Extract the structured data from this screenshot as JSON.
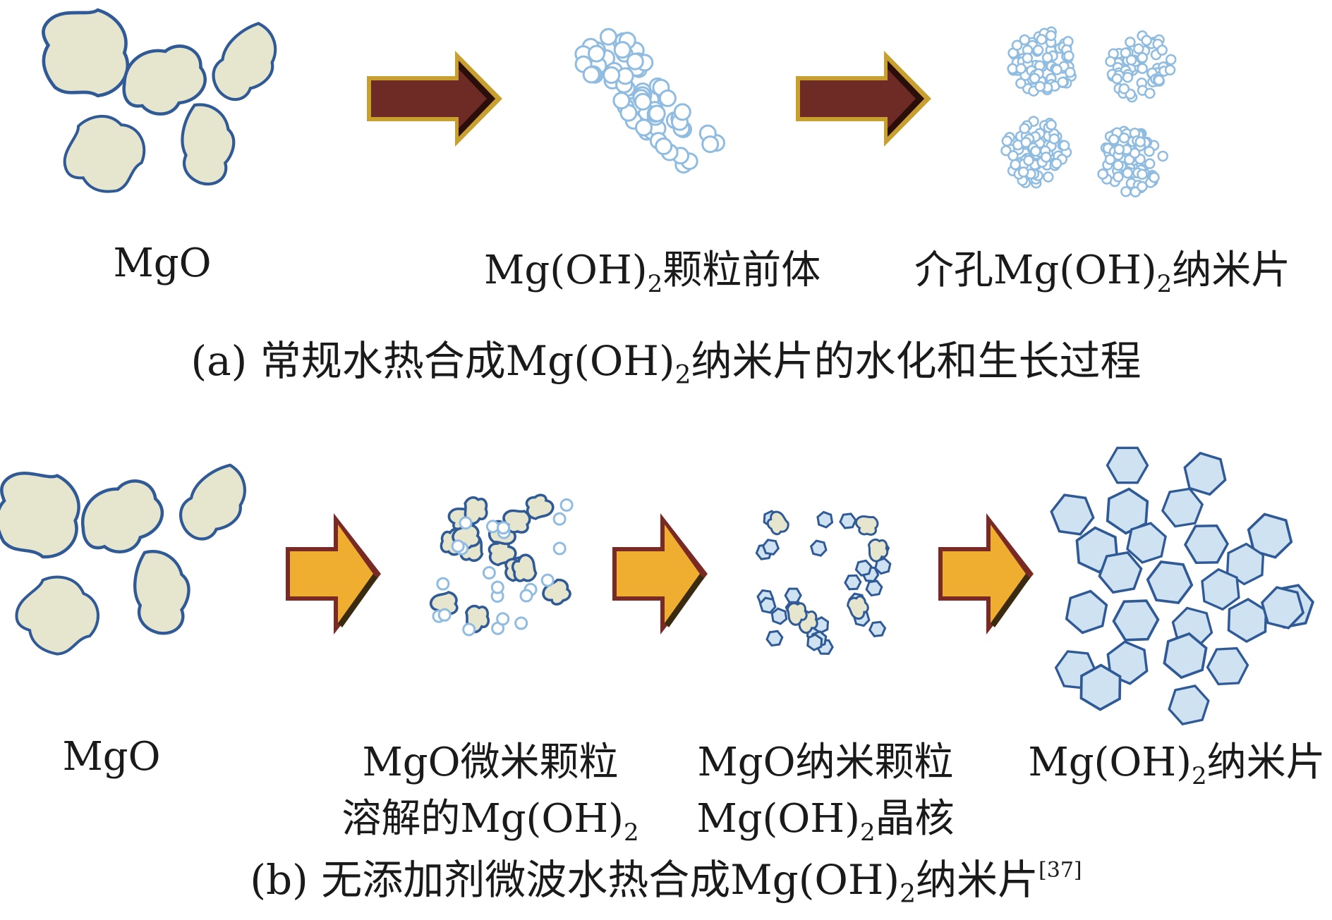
{
  "panel_a": {
    "stages": [
      {
        "label": "MgO"
      },
      {
        "label_main": "Mg(OH)",
        "label_sub": "2",
        "label_suffix": "颗粒前体"
      },
      {
        "label_prefix": "介孔Mg(OH)",
        "label_sub": "2",
        "label_suffix": "纳米片"
      }
    ],
    "caption": {
      "prefix": "(a) 常规水热合成Mg(OH)",
      "sub": "2",
      "suffix": "纳米片的水化和生长过程"
    }
  },
  "panel_b": {
    "stages": [
      {
        "label": "MgO"
      },
      {
        "line1": "MgO微米颗粒",
        "line2_prefix": "溶解的Mg(OH)",
        "line2_sub": "2"
      },
      {
        "line1": "MgO纳米颗粒",
        "line2_prefix": "Mg(OH)",
        "line2_sub": "2",
        "line2_suffix": "晶核"
      },
      {
        "label_prefix": "Mg(OH)",
        "label_sub": "2",
        "label_suffix": "纳米片"
      }
    ],
    "caption": {
      "prefix": "(b) 无添加剂微波水热合成Mg(OH)",
      "sub": "2",
      "suffix": "纳米片",
      "ref": "[37]"
    }
  },
  "colors": {
    "particle_fill": "#e6e6cf",
    "particle_stroke": "#2f5a96",
    "circle_stroke": "#8fbce0",
    "hex_fill": "#cfe2f2",
    "hex_stroke": "#2f5a96",
    "arrow_dark": "#6e2a24",
    "arrow_gold": "#f0ae30",
    "arrow_border": "#c8a030"
  }
}
